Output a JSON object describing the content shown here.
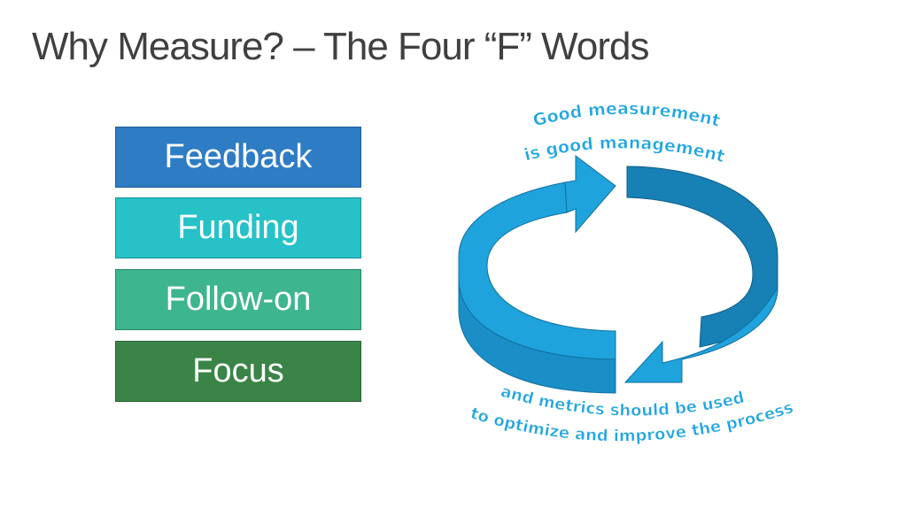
{
  "slide": {
    "title": "Why Measure? – The Four “F” Words"
  },
  "f_words": [
    {
      "label": "Feedback",
      "color": "#2e7cc4"
    },
    {
      "label": "Funding",
      "color": "#26c2c8"
    },
    {
      "label": "Follow-on",
      "color": "#3db58e"
    },
    {
      "label": "Focus",
      "color": "#3a8447"
    }
  ],
  "cycle": {
    "top_text_line1": "Good measurement",
    "top_text_line2": "is good management",
    "bottom_text_line1": "and metrics should be used",
    "bottom_text_line2": "to optimize and improve the process",
    "arrow_color": "#1fa3dc",
    "arrow_side_color": "#1780b5",
    "text_color": "#20a6e0"
  }
}
